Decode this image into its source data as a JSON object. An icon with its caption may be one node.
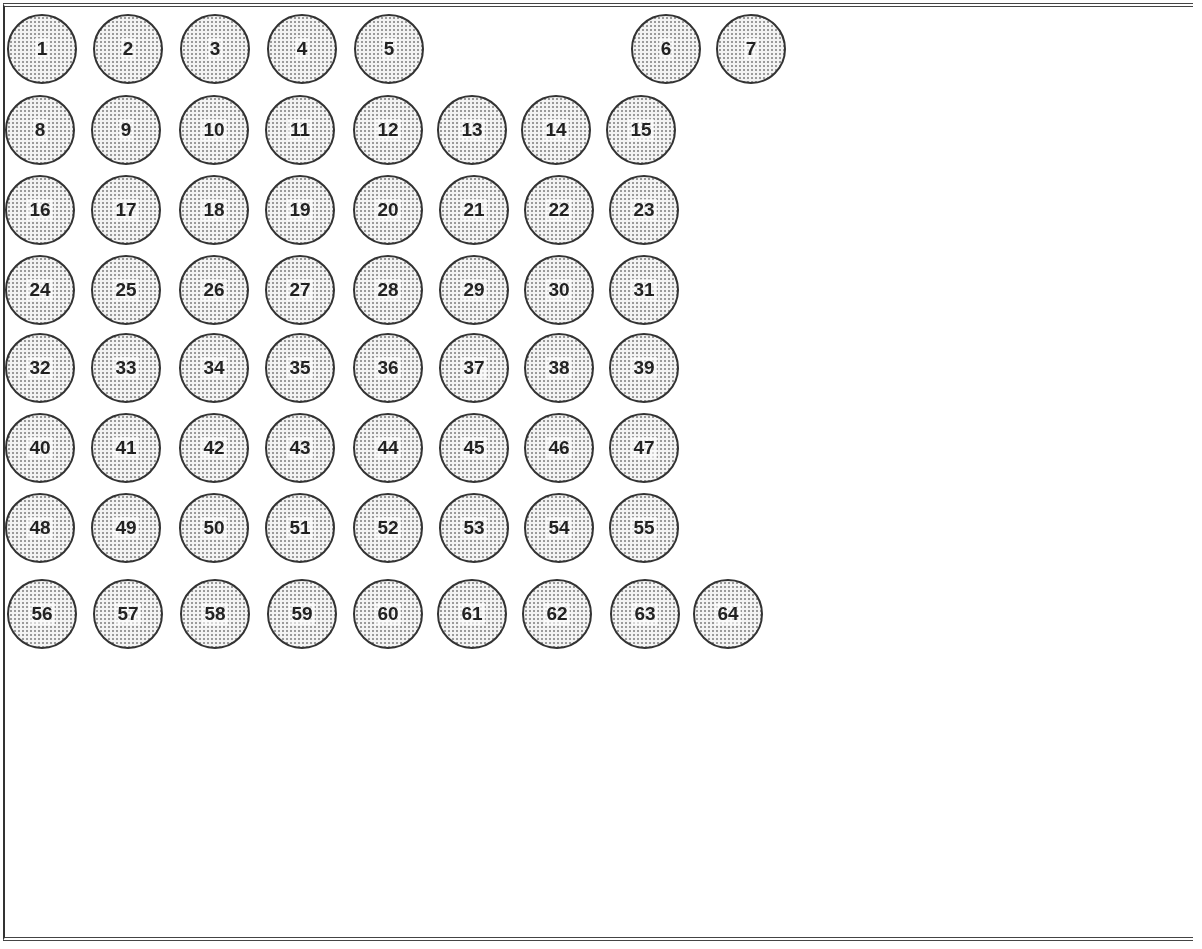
{
  "diagram": {
    "nodes": [
      {
        "text": [
          "1"
        ]
      },
      {
        "text": [
          "2"
        ]
      },
      {
        "text": [
          "3"
        ]
      },
      {
        "text": [
          "4"
        ]
      },
      {
        "text": [
          "5"
        ]
      },
      {
        "text": [
          "6"
        ]
      },
      {
        "text": [
          "7"
        ]
      },
      {
        "text": [
          "8"
        ]
      },
      {
        "text": [
          "9"
        ]
      },
      {
        "text": [
          "10"
        ]
      },
      {
        "text": [
          "11"
        ]
      },
      {
        "text": [
          "12"
        ]
      },
      {
        "text": [
          "13"
        ]
      },
      {
        "text": [
          "14"
        ]
      },
      {
        "text": [
          "15"
        ]
      },
      {
        "text": [
          "16"
        ]
      },
      {
        "text": [
          "17"
        ]
      },
      {
        "text": [
          "18"
        ]
      },
      {
        "text": [
          "19"
        ]
      },
      {
        "text": [
          "20"
        ]
      },
      {
        "text": [
          "21"
        ]
      },
      {
        "text": [
          "22"
        ]
      },
      {
        "text": [
          "23"
        ]
      },
      {
        "text": [
          "24"
        ]
      },
      {
        "text": [
          "25"
        ]
      },
      {
        "text": [
          "26"
        ]
      },
      {
        "text": [
          "27"
        ]
      },
      {
        "text": [
          "28"
        ]
      },
      {
        "text": [
          "29"
        ]
      },
      {
        "text": [
          "30"
        ]
      },
      {
        "text": [
          "31"
        ]
      },
      {
        "text": [
          "32"
        ]
      },
      {
        "text": [
          "33"
        ]
      },
      {
        "text": [
          "34"
        ]
      },
      {
        "text": [
          "35"
        ]
      },
      {
        "text": [
          "36"
        ]
      },
      {
        "text": [
          "37"
        ]
      },
      {
        "text": [
          "38"
        ]
      },
      {
        "text": [
          "39"
        ]
      },
      {
        "text": [
          "40"
        ]
      },
      {
        "text": [
          "41"
        ]
      },
      {
        "text": [
          "42"
        ]
      },
      {
        "text": [
          "43"
        ]
      },
      {
        "text": [
          "44"
        ]
      },
      {
        "text": [
          "45"
        ]
      },
      {
        "text": [
          "46"
        ]
      },
      {
        "text": [
          "47"
        ]
      },
      {
        "text": [
          "48"
        ]
      },
      {
        "text": [
          "49"
        ]
      },
      {
        "text": [
          "50"
        ]
      },
      {
        "text": [
          "51"
        ]
      },
      {
        "text": [
          "52"
        ]
      },
      {
        "text": [
          "53"
        ]
      },
      {
        "text": [
          "54"
        ]
      },
      {
        "text": [
          "55"
        ]
      },
      {
        "text": [
          "56"
        ]
      },
      {
        "text": [
          "57"
        ]
      },
      {
        "text": [
          "58"
        ]
      },
      {
        "text": [
          "59"
        ]
      },
      {
        "text": [
          "60"
        ]
      },
      {
        "text": [
          "61"
        ]
      },
      {
        "text": [
          "62"
        ]
      },
      {
        "text": [
          "63"
        ]
      },
      {
        "text": [
          "64"
        ]
      }
    ]
  }
}
